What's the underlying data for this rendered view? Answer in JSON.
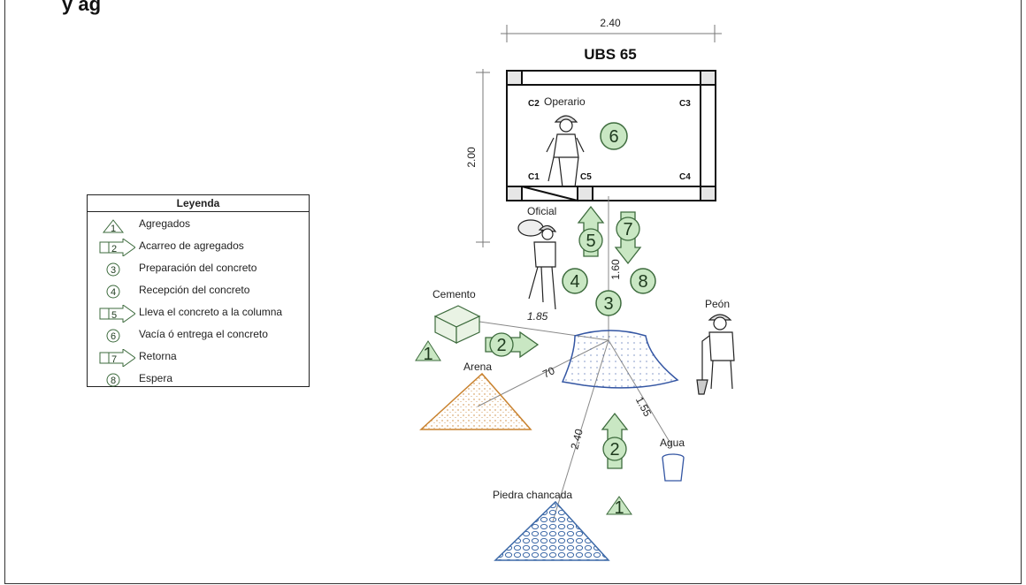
{
  "page_title_fragment": "y ag",
  "building": {
    "title": "UBS 65",
    "width_dim": "2.40",
    "height_dim": "2.00"
  },
  "columns": {
    "c1": "C1",
    "c2": "C2",
    "c3": "C3",
    "c4": "C4",
    "c5": "C5"
  },
  "workers": {
    "operario": "Operario",
    "oficial": "Oficial",
    "peon": "Peón"
  },
  "materials": {
    "cemento": "Cemento",
    "arena": "Arena",
    "agua": "Agua",
    "piedra": "Piedra chancada"
  },
  "distances": {
    "d_160": "1.60",
    "d_185": "1.85",
    "d_70": "70",
    "d_155": "1.55",
    "d_240": "2.40"
  },
  "markers": {
    "m1": "1",
    "m2": "2",
    "m3": "3",
    "m4": "4",
    "m5": "5",
    "m6": "6",
    "m7": "7",
    "m8": "8"
  },
  "legend": {
    "title": "Leyenda",
    "items": [
      {
        "num": "1",
        "label": "Agregados"
      },
      {
        "num": "2",
        "label": "Acarreo de agregados"
      },
      {
        "num": "3",
        "label": "Preparación del concreto"
      },
      {
        "num": "4",
        "label": "Recepción del concreto"
      },
      {
        "num": "5",
        "label": "Lleva el concreto a la columna"
      },
      {
        "num": "6",
        "label": "Vacía ó entrega el concreto"
      },
      {
        "num": "7",
        "label": "Retorna"
      },
      {
        "num": "8",
        "label": "Espera"
      }
    ]
  },
  "colors": {
    "circle_fill": "#c9e7c3",
    "circle_stroke": "#3d6b3d",
    "sand": "#c9822f",
    "stone": "#3e6aa8",
    "pile": "#3456a3"
  }
}
